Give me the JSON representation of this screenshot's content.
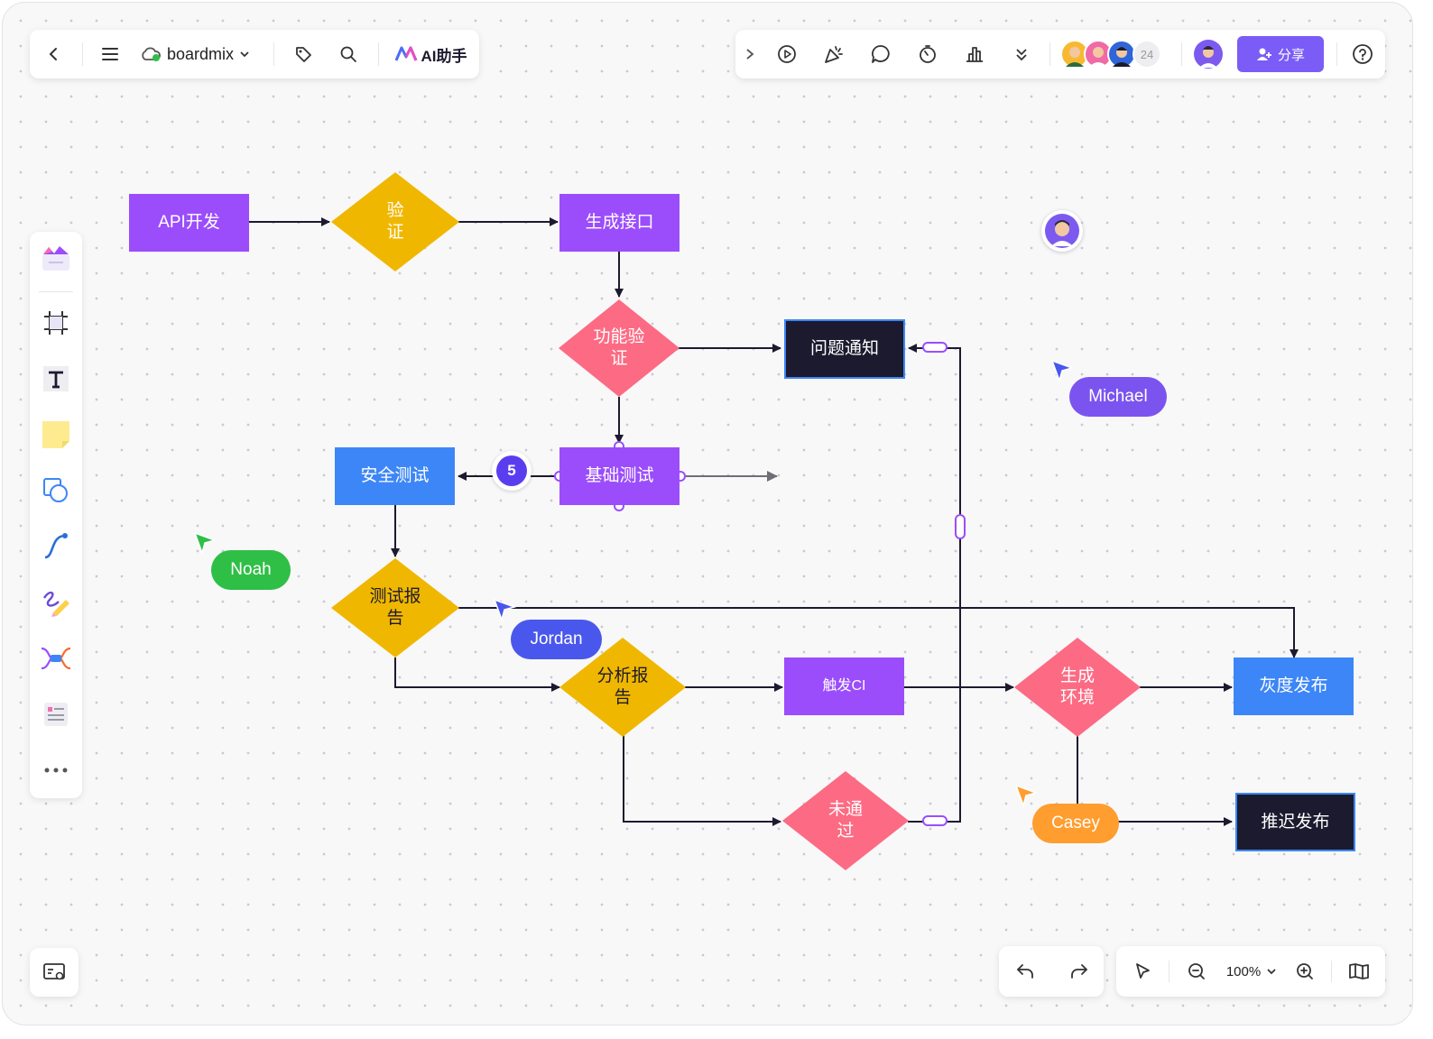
{
  "toolbar_left": {
    "board_name": "boardmix",
    "ai_label": "AI助手"
  },
  "toolbar_right": {
    "collaborator_count": "24",
    "share_label": "分享"
  },
  "zoom": {
    "level": "100%"
  },
  "flow_nodes": {
    "api_dev": "API开发",
    "verify": "验\n证",
    "gen_interface": "生成接口",
    "func_verify": "功能验\n证",
    "issue_notify": "问题通知",
    "basic_test": "基础测试",
    "security_test": "安全测试",
    "test_report": "测试报\n告",
    "analyze_report": "分析报\n告",
    "trigger_ci": "触发CI",
    "failed": "未通\n过",
    "gen_env": "生成\n环境",
    "gray_release": "灰度发布",
    "delay_release": "推迟发布"
  },
  "comment_badge": "5",
  "cursors": {
    "michael": "Michael",
    "noah": "Noah",
    "jordan": "Jordan",
    "casey": "Casey"
  },
  "colors": {
    "purple": "#9b4dfb",
    "yellow": "#f0b700",
    "pink": "#fc6b83",
    "blue": "#3d86f7",
    "dark": "#1c1a2e",
    "share": "#7b5cf6",
    "green": "#2fbf47",
    "jordan": "#4a57ec",
    "michael": "#7b54f0",
    "casey": "#ff9d2e"
  }
}
